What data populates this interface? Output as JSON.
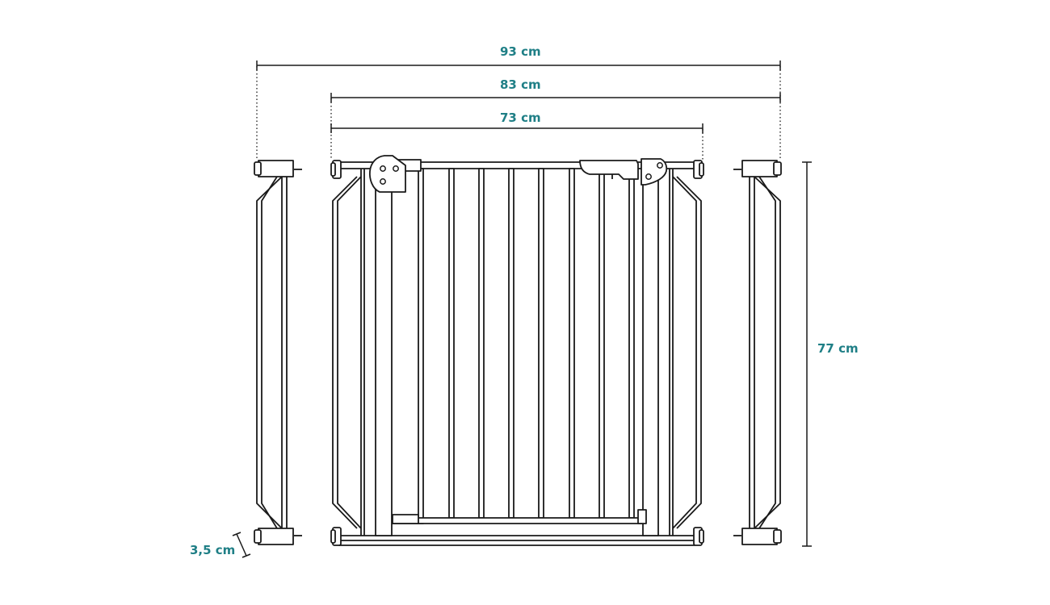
{
  "colors": {
    "dimension_text": "#1f7f86",
    "line": "#1a1a1a",
    "background": "#ffffff"
  },
  "dimensions": {
    "width_max": "93 cm",
    "width_mid": "83 cm",
    "width_min": "73 cm",
    "height": "77 cm",
    "extension_depth": "3,5 cm"
  }
}
